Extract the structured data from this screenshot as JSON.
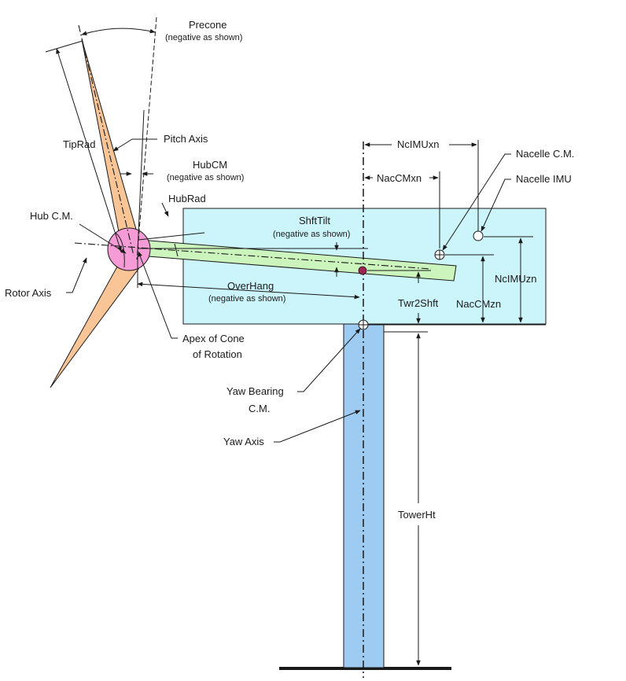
{
  "colors": {
    "blade": "#f9c596",
    "hub": "#f59cd6",
    "shaft": "#ccf5bd",
    "nacelle": "#ccf5fb",
    "tower": "#9ecbf2",
    "tower_center": "#5f8fd8",
    "cm_dot": "#9b2453",
    "line": "#1a1a1a"
  },
  "labels": {
    "precone": "Precone",
    "precone_sub": "(negative as shown)",
    "tiprad": "TipRad",
    "pitch_axis": "Pitch Axis",
    "hubcm": "HubCM",
    "hubcm_sub": "(negative as shown)",
    "hubrad": "HubRad",
    "hub_cm": "Hub C.M.",
    "rotor_axis": "Rotor Axis",
    "shfttilt": "ShftTilt",
    "shfttilt_sub": "(negative as shown)",
    "overhang": "OverHang",
    "overhang_sub": "(negative as shown)",
    "apex_line1": "Apex of Cone",
    "apex_line2": "of Rotation",
    "nclmuxn": "NcIMUxn",
    "naccmxn": "NacCMxn",
    "nacelle_cm": "Nacelle C.M.",
    "nacelle_imu": "Nacelle IMU",
    "nclmuzn": "NcIMUzn",
    "naccmzn": "NacCMzn",
    "twr2shft": "Twr2Shft",
    "yaw_bearing_line1": "Yaw Bearing",
    "yaw_bearing_line2": "C.M.",
    "yaw_axis": "Yaw Axis",
    "towerht": "TowerHt"
  }
}
